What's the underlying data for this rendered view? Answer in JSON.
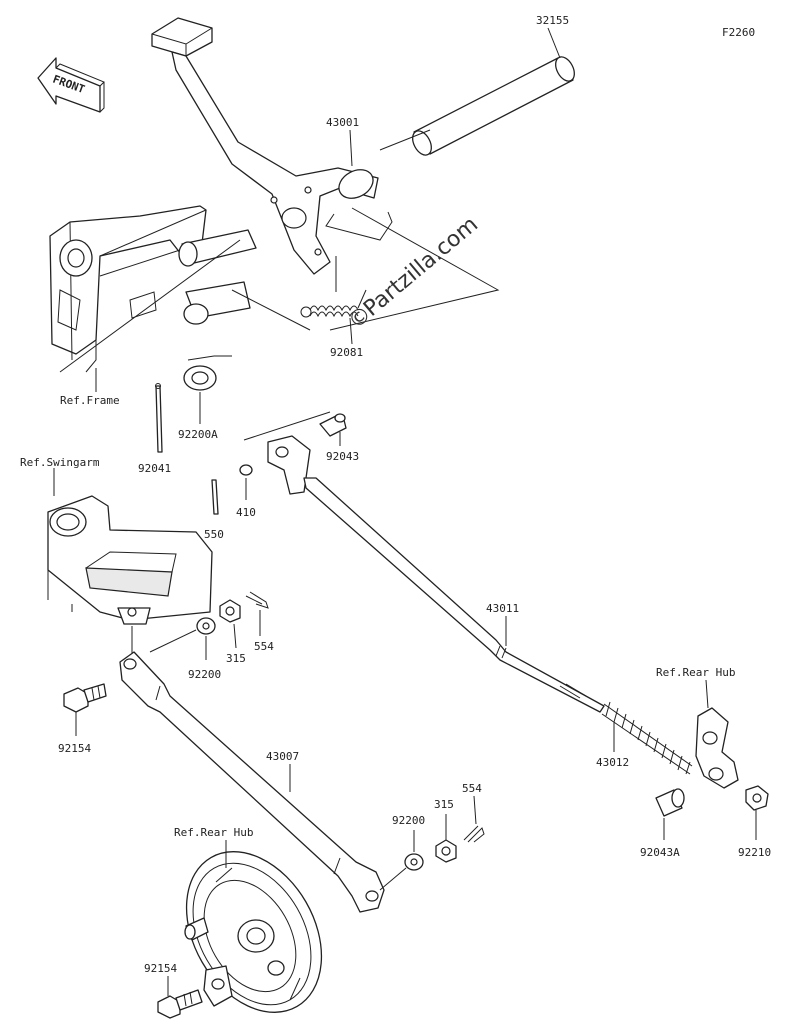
{
  "diagram": {
    "figure_code": "F2260",
    "direction_label": "FRONT",
    "watermark": "Partzilla.com",
    "watermark_symbol": "©",
    "reference_labels": [
      "Ref.Frame",
      "Ref.Swingarm",
      "Ref.Rear Hub",
      "Ref.Rear Hub"
    ],
    "part_numbers": [
      "32155",
      "43001",
      "92081",
      "92200A",
      "92041",
      "92043",
      "410",
      "550",
      "554",
      "315",
      "92200",
      "92154",
      "43007",
      "43011",
      "43012",
      "92043A",
      "92210",
      "92200",
      "315",
      "554",
      "92154"
    ]
  }
}
